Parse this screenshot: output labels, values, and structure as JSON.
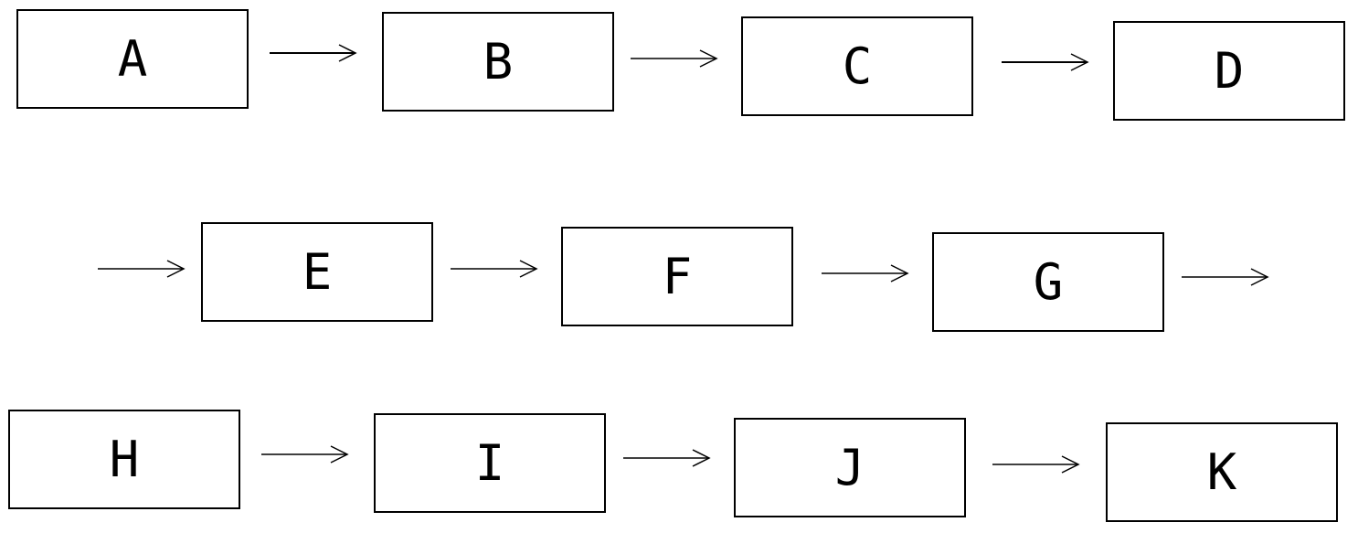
{
  "diagram": {
    "line_color": "#000000",
    "background": "#ffffff",
    "nodes": [
      {
        "id": "A",
        "label": "A"
      },
      {
        "id": "B",
        "label": "B"
      },
      {
        "id": "C",
        "label": "C"
      },
      {
        "id": "D",
        "label": "D"
      },
      {
        "id": "E",
        "label": "E"
      },
      {
        "id": "F",
        "label": "F"
      },
      {
        "id": "G",
        "label": "G"
      },
      {
        "id": "H",
        "label": "H"
      },
      {
        "id": "I",
        "label": "I"
      },
      {
        "id": "J",
        "label": "J"
      },
      {
        "id": "K",
        "label": "K"
      }
    ],
    "edges": [
      {
        "from": "A",
        "to": "B"
      },
      {
        "from": "B",
        "to": "C"
      },
      {
        "from": "C",
        "to": "D"
      },
      {
        "from": null,
        "to": "E"
      },
      {
        "from": "E",
        "to": "F"
      },
      {
        "from": "F",
        "to": "G"
      },
      {
        "from": "G",
        "to": null
      },
      {
        "from": "H",
        "to": "I"
      },
      {
        "from": "I",
        "to": "J"
      },
      {
        "from": "J",
        "to": "K"
      }
    ]
  }
}
